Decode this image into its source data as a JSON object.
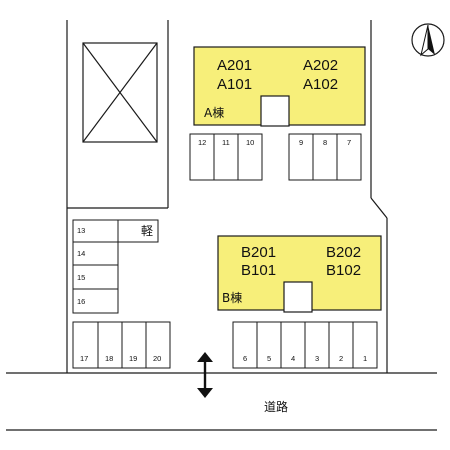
{
  "colors": {
    "building_fill": "#f7ef7a",
    "stroke": "#1a1a1a",
    "background": "#ffffff"
  },
  "north_arrow": {
    "icon": "north-arrow-icon"
  },
  "building_a": {
    "name": "A棟",
    "units": [
      "A201",
      "A202",
      "A101",
      "A102"
    ]
  },
  "building_b": {
    "name": "B棟",
    "units": [
      "B201",
      "B202",
      "B101",
      "B102"
    ]
  },
  "parking": {
    "a_left": [
      "12",
      "11",
      "10"
    ],
    "a_right": [
      "9",
      "8",
      "7"
    ],
    "left_column": [
      "13",
      "14",
      "15",
      "16"
    ],
    "kei_label": "軽",
    "bottom_left": [
      "17",
      "18",
      "19",
      "20"
    ],
    "bottom_right": [
      "6",
      "5",
      "4",
      "3",
      "2",
      "1"
    ]
  },
  "road": {
    "label": "道路",
    "icon": "double-arrow-icon"
  }
}
